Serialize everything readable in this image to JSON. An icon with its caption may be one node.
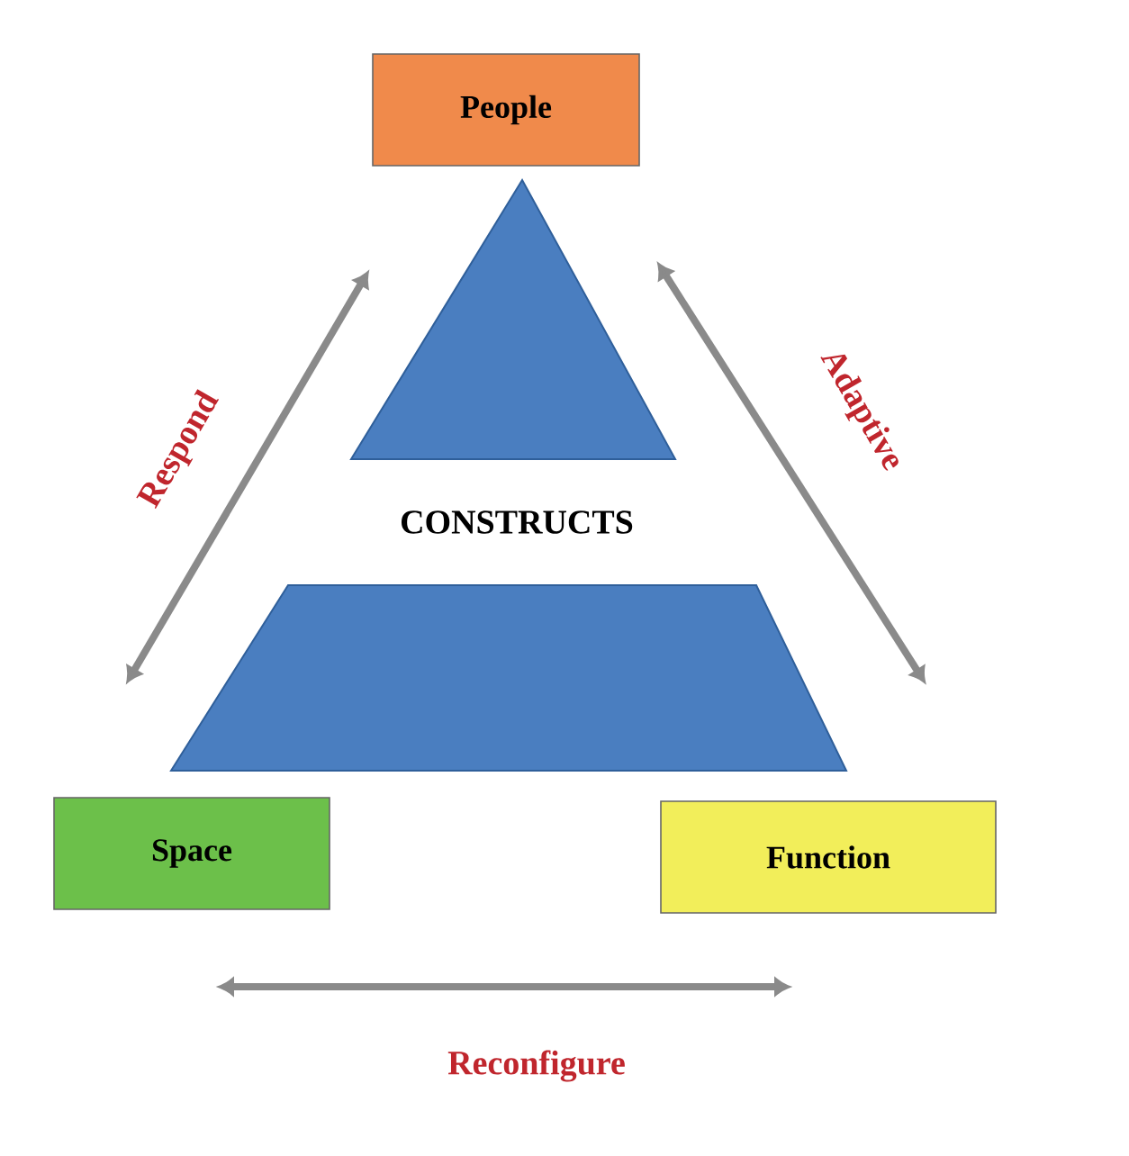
{
  "diagram": {
    "nodes": [
      {
        "text": [
          "People"
        ]
      },
      {
        "text": [
          "Space"
        ]
      },
      {
        "text": [
          "Function"
        ]
      }
    ],
    "edges": [
      {
        "from": 1,
        "to": 0,
        "arrow": "both",
        "label": "Respond"
      },
      {
        "from": 0,
        "to": 2,
        "arrow": "both",
        "label": "Adaptive"
      },
      {
        "from": 1,
        "to": 2,
        "arrow": "both",
        "label": "Reconfigure"
      }
    ],
    "labels": [
      "CONSTRUCTS"
    ]
  }
}
